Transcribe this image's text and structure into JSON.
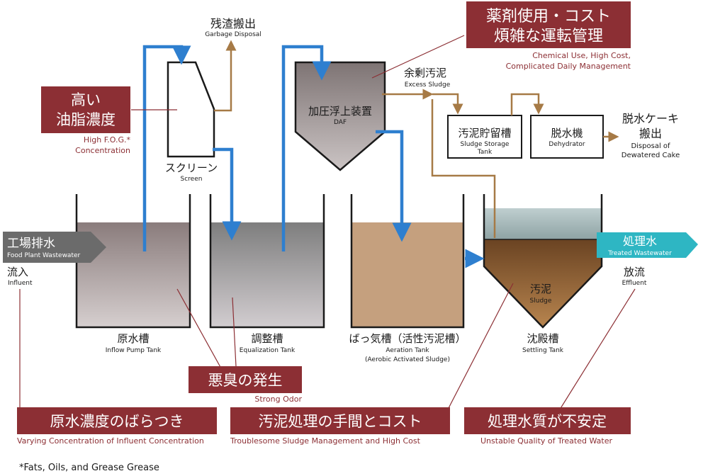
{
  "colors": {
    "pipe_blue": "#2e7fcf",
    "sludge_line": "#a67a46",
    "callout_bg": "#8c2f34",
    "callout_en": "#8c2f34",
    "teal": "#2eb6c3",
    "influent_box": "#6b6b6b",
    "outline": "#1a1a1a"
  },
  "top": {
    "garbage": {
      "jp": "残渣搬出",
      "en": "Garbage Disposal"
    },
    "excess_sludge": {
      "jp": "余剰汚泥",
      "en": "Excess Sludge"
    },
    "chemical_callout": {
      "line1": "薬剤使用・コスト",
      "line2": "煩雑な運転管理",
      "en1": "Chemical Use, High Cost,",
      "en2": "Complicated Daily Management"
    }
  },
  "equipment": {
    "screen": {
      "jp": "スクリーン",
      "en": "Screen"
    },
    "daf": {
      "jp": "加圧浮上装置",
      "en": "DAF"
    },
    "sludge_tank": {
      "jp": "汚泥貯留槽",
      "en1": "Sludge Storage",
      "en2": "Tank"
    },
    "dehydrator": {
      "jp": "脱水機",
      "en": "Dehydrator"
    },
    "cake": {
      "jp1": "脱水ケーキ",
      "jp2": "搬出",
      "en1": "Disposal of",
      "en2": "Dewatered Cake"
    }
  },
  "fog_callout": {
    "line1": "高い",
    "line2": "油脂濃度",
    "en1": "High F.O.G.*",
    "en2": "Concentration"
  },
  "influent": {
    "tag_jp": "工場排水",
    "tag_en": "Food Plant Wastewater",
    "jp": "流入",
    "en": "Influent"
  },
  "effluent": {
    "tag_jp": "処理水",
    "tag_en": "Treated Wastewater",
    "jp": "放流",
    "en": "Effluent"
  },
  "tanks": {
    "inflow": {
      "jp": "原水槽",
      "en": "Inflow Pump Tank"
    },
    "equalization": {
      "jp": "調整槽",
      "en": "Equalization Tank"
    },
    "aeration": {
      "jp": "ばっ気槽（活性汚泥槽）",
      "en1": "Aeration Tank",
      "en2": "(Aerobic Activated Sludge)"
    },
    "settling": {
      "jp": "沈殿槽",
      "en": "Settling Tank",
      "sludge_jp": "汚泥",
      "sludge_en": "Sludge"
    }
  },
  "odor_callout": {
    "jp": "悪臭の発生",
    "en": "Strong Odor"
  },
  "bottom_callouts": [
    {
      "jp": "原水濃度のばらつき",
      "en": "Varying Concentration of Influent Concentration"
    },
    {
      "jp": "汚泥処理の手間とコスト",
      "en": "Troublesome Sludge Management and High Cost"
    },
    {
      "jp": "処理水質が不安定",
      "en": "Unstable Quality of Treated Water"
    }
  ],
  "footnote": "*Fats, Oils, and Grease Grease"
}
